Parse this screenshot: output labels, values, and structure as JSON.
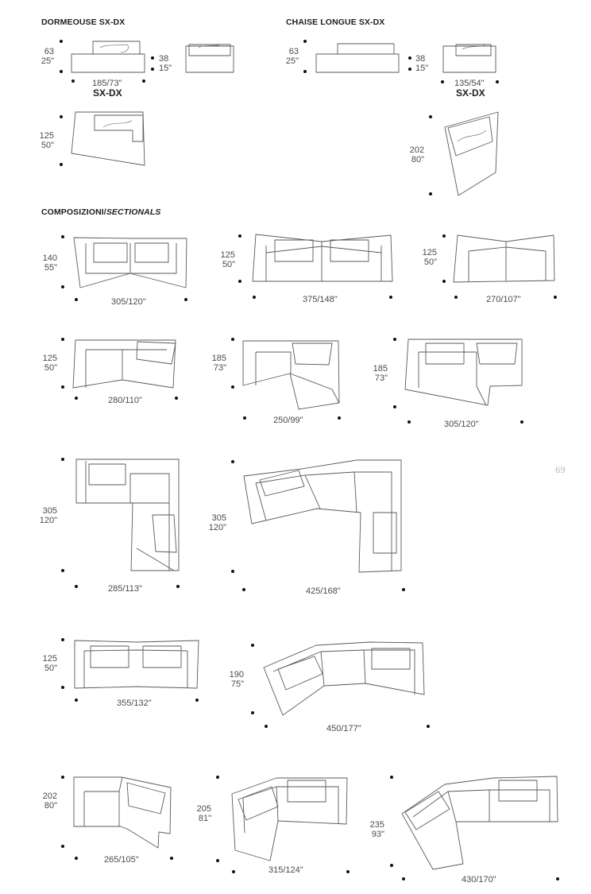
{
  "page_number": "69",
  "dormeuse": {
    "title": "DORMEOUSE SX-DX",
    "height": "63",
    "height_in": "25\"",
    "seat": "38",
    "seat_in": "15\"",
    "width": "185/73\"",
    "label": "SX-DX",
    "depth": "125",
    "depth_in": "50\""
  },
  "chaise": {
    "title": "CHAISE LONGUE SX-DX",
    "height": "63",
    "height_in": "25\"",
    "seat": "38",
    "seat_in": "15\"",
    "width": "135/54\"",
    "label": "SX-DX",
    "depth": "202",
    "depth_in": "80\""
  },
  "sectionals": {
    "title_a": "COMPOSIZIONI/",
    "title_b": "SECTIONALS",
    "items": [
      {
        "depth": "140",
        "depth_in": "55\"",
        "width": "305/120\""
      },
      {
        "depth": "125",
        "depth_in": "50\"",
        "width": "375/148\""
      },
      {
        "depth": "125",
        "depth_in": "50\"",
        "width": "270/107\""
      },
      {
        "depth": "125",
        "depth_in": "50\"",
        "width": "280/110\""
      },
      {
        "depth": "185",
        "depth_in": "73\"",
        "width": "250/99\""
      },
      {
        "depth": "185",
        "depth_in": "73\"",
        "width": "305/120\""
      },
      {
        "depth": "305",
        "depth_in": "120\"",
        "width": "285/113\""
      },
      {
        "depth": "305",
        "depth_in": "120\"",
        "width": "425/168\""
      },
      {
        "depth": "125",
        "depth_in": "50\"",
        "width": "355/132\""
      },
      {
        "depth": "190",
        "depth_in": "75\"",
        "width": "450/177\""
      },
      {
        "depth": "202",
        "depth_in": "80\"",
        "width": "265/105\""
      },
      {
        "depth": "205",
        "depth_in": "81\"",
        "width": "315/124\""
      },
      {
        "depth": "235",
        "depth_in": "93\"",
        "width": "430/170\""
      }
    ]
  }
}
